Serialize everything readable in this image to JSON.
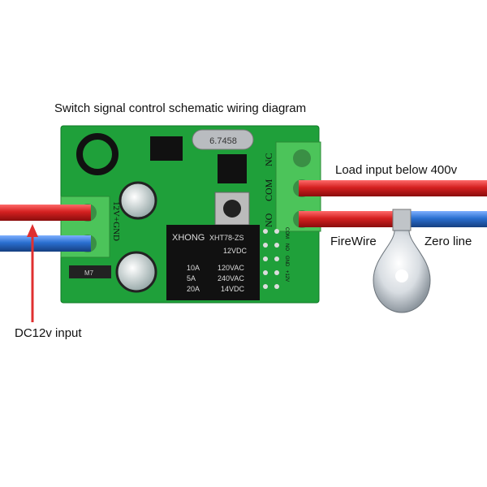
{
  "title": "Switch signal control schematic wiring diagram",
  "labels": {
    "load": "Load input below 400v",
    "firewire": "FireWire",
    "zero": "Zero line",
    "dc": "DC12v input"
  },
  "board": {
    "crystal": "6.7458",
    "power_terminal": "12V+GND",
    "output_terminal": [
      "NO",
      "COM",
      "NC"
    ],
    "diode": "M7",
    "header_pins": [
      "COM",
      "NO",
      "GND",
      "+12V"
    ],
    "relay": {
      "brand": "XHONG",
      "model": "XHT78-ZS",
      "coil": "12VDC",
      "ratings": [
        [
          "10A",
          "120VAC"
        ],
        [
          "5A",
          "240VAC"
        ],
        [
          "20A",
          "14VDC"
        ]
      ]
    }
  },
  "colors": {
    "live": "#d42020",
    "neutral": "#2a6fd0",
    "pcb": "#1fa03a",
    "terminal": "#4cc45a",
    "arrow": "#e03030"
  }
}
